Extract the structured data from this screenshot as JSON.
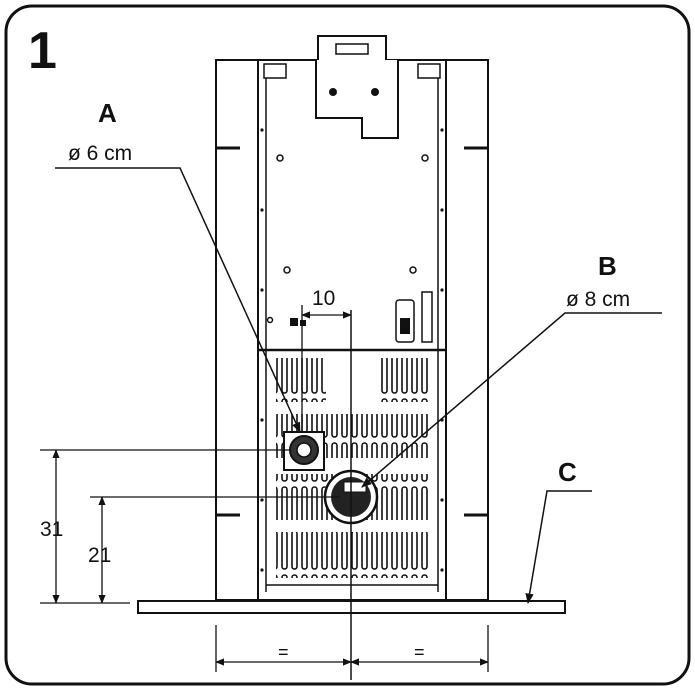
{
  "figure_number": "1",
  "labels": {
    "a": {
      "letter": "A",
      "diameter": "ø 6 cm"
    },
    "b": {
      "letter": "B",
      "diameter": "ø 8 cm"
    },
    "c": {
      "letter": "C"
    }
  },
  "dimensions": {
    "offset": "10",
    "height_a": "31",
    "height_b": "21",
    "equal_left": "=",
    "equal_right": "="
  }
}
